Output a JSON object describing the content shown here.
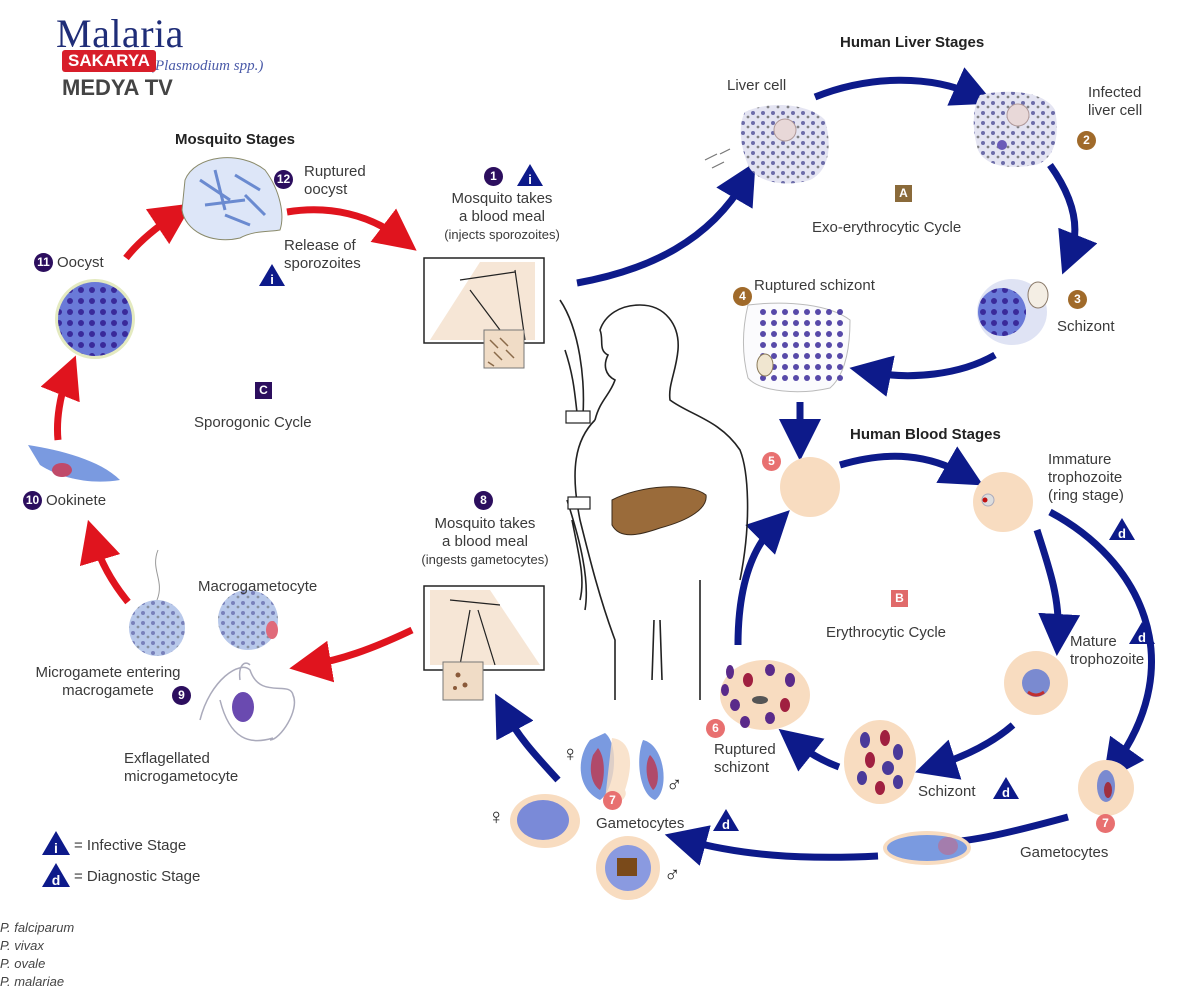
{
  "logo": {
    "title": "Malaria",
    "subtitle": "(Plasmodium spp.)",
    "badge": "SAKARYA",
    "tv": "MEDYA TV"
  },
  "sections": {
    "mosquito_stages": "Mosquito Stages",
    "human_liver_stages": "Human Liver Stages",
    "human_blood_stages": "Human Blood Stages"
  },
  "cycles": {
    "A": {
      "letter": "A",
      "name": "Exo-erythrocytic Cycle",
      "color": "#8a6a3a"
    },
    "B": {
      "letter": "B",
      "name": "Erythrocytic Cycle",
      "color": "#e06a6a"
    },
    "C": {
      "letter": "C",
      "name": "Sporogonic Cycle",
      "color": "#2c0e5e"
    }
  },
  "stages": {
    "s1": {
      "num": "1",
      "line1": "Mosquito takes",
      "line2": "a blood meal",
      "line3": "(injects sporozoites)"
    },
    "liver_cell": "Liver cell",
    "s2": {
      "num": "2",
      "line1": "Infected",
      "line2": "liver cell"
    },
    "s3": {
      "num": "3",
      "label": "Schizont"
    },
    "s4": {
      "num": "4",
      "label": "Ruptured schizont"
    },
    "s5": {
      "num": "5"
    },
    "immature": {
      "line1": "Immature",
      "line2": "trophozoite",
      "line3": "(ring stage)"
    },
    "mature": {
      "line1": "Mature",
      "line2": "trophozoite"
    },
    "schizont_blood": "Schizont",
    "s6": {
      "num": "6",
      "line1": "Ruptured",
      "line2": "schizont"
    },
    "s7": {
      "num": "7",
      "label": "Gametocytes"
    },
    "s7b": {
      "num": "7",
      "label": "Gametocytes"
    },
    "species": {
      "falciparum": "P. falciparum",
      "vivax": "P. vivax",
      "ovale": "P. ovale",
      "malariae": "P. malariae"
    },
    "s8": {
      "num": "8",
      "line1": "Mosquito takes",
      "line2": "a blood meal",
      "line3": "(ingests gametocytes)"
    },
    "s9": {
      "num": "9",
      "line1": "Microgamete entering",
      "line2": "macrogamete"
    },
    "macrogametocyte": "Macrogametocyte",
    "exflag": {
      "line1": "Exflagellated",
      "line2": "microgametocyte"
    },
    "s10": {
      "num": "10",
      "label": "Ookinete"
    },
    "s11": {
      "num": "11",
      "label": "Oocyst"
    },
    "s12": {
      "num": "12",
      "line1": "Ruptured",
      "line2": "oocyst"
    },
    "release": {
      "line1": "Release of",
      "line2": "sporozoites"
    }
  },
  "legend": {
    "infective": {
      "glyph": "i",
      "text": "= Infective Stage"
    },
    "diagnostic": {
      "glyph": "d",
      "text": "= Diagnostic Stage"
    }
  },
  "symbols": {
    "female": "♀",
    "male": "♂"
  },
  "colors": {
    "blue_arrow": "#0d1a8a",
    "red_arrow": "#e0141e",
    "rbc": "#f8dcc0",
    "parasite": "#5a6ad0"
  }
}
